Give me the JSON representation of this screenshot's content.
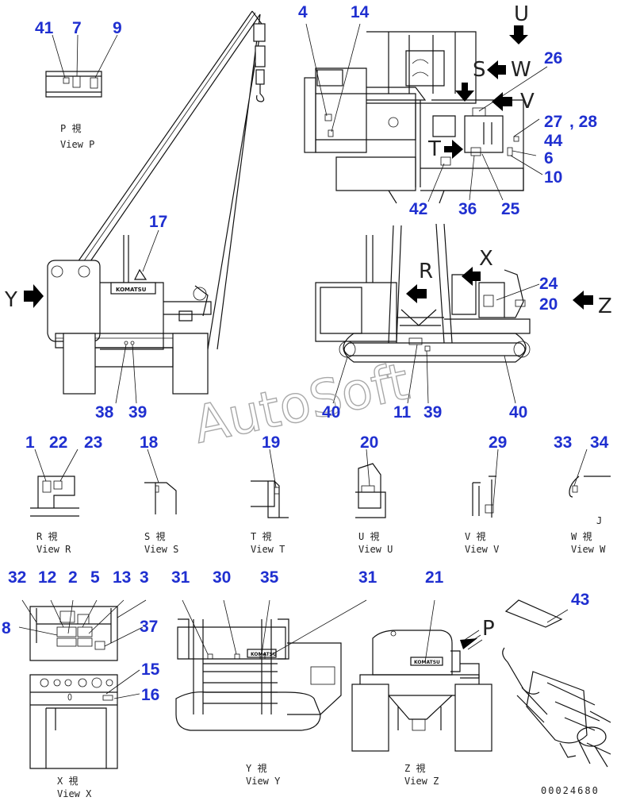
{
  "callouts": {
    "n41": "41",
    "n7": "7",
    "n9": "9",
    "n4": "4",
    "n14": "14",
    "n26": "26",
    "n27": "27",
    "n28": ", 28",
    "n44": "44",
    "n6": "6",
    "n10": "10",
    "n42": "42",
    "n36": "36",
    "n25": "25",
    "n17": "17",
    "n24": "24",
    "n20a": "20",
    "n38": "38",
    "n39a": "39",
    "n40a": "40",
    "n11": "11",
    "n39b": "39",
    "n40b": "40",
    "n1": "1",
    "n22": "22",
    "n23": "23",
    "n18": "18",
    "n19": "19",
    "n20b": "20",
    "n29": "29",
    "n33": "33",
    "n34": "34",
    "n32": "32",
    "n12": "12",
    "n2": "2",
    "n5": "5",
    "n13": "13",
    "n3": "3",
    "n8": "8",
    "n37": "37",
    "n15": "15",
    "n16": "16",
    "n31a": "31",
    "n30": "30",
    "n35": "35",
    "n31b": "31",
    "n21": "21",
    "n43": "43"
  },
  "view_letters": {
    "U": "U",
    "S": "S",
    "W": "W",
    "V": "V",
    "T": "T",
    "X": "X",
    "R": "R",
    "Y": "Y",
    "Z": "Z",
    "P": "P"
  },
  "captions": {
    "P": {
      "jp": "P 視",
      "en": "View P"
    },
    "R": {
      "jp": "R 視",
      "en": "View R"
    },
    "S": {
      "jp": "S 視",
      "en": "View S"
    },
    "T": {
      "jp": "T 視",
      "en": "View T"
    },
    "U": {
      "jp": "U 視",
      "en": "View U"
    },
    "V": {
      "jp": "V 視",
      "en": "View V"
    },
    "W": {
      "jp": "W 視",
      "en": "View W"
    },
    "X": {
      "jp": "X 視",
      "en": "View X"
    },
    "Y": {
      "jp": "Y 視",
      "en": "View Y"
    },
    "Z": {
      "jp": "Z 視",
      "en": "View Z"
    }
  },
  "small_labels": {
    "J": "J",
    "brand1": "KOMATSU",
    "brand2": "KOMATSU",
    "brand3": "KOMATSU"
  },
  "watermark": "AutoSoft",
  "part_number": "00024680",
  "colors": {
    "callout": "#1f2fd0",
    "line": "#111111",
    "watermark": "#9a9a9a"
  }
}
